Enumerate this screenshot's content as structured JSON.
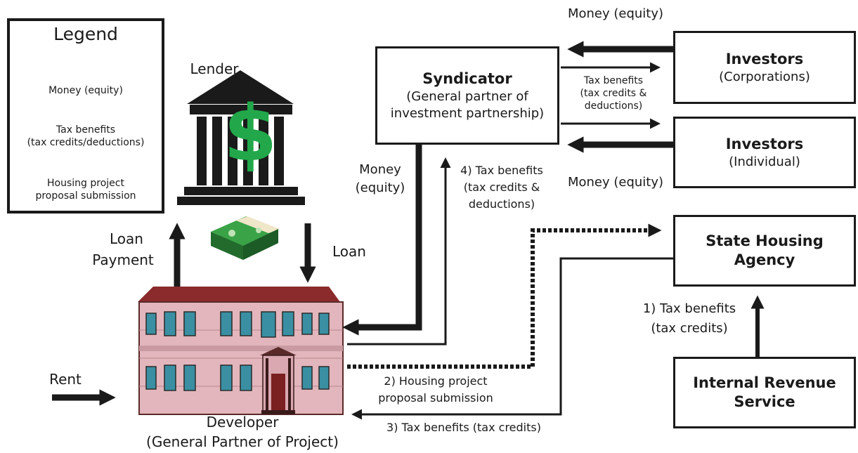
{
  "legend": {
    "title": "Legend",
    "money": "Money (equity)",
    "tax_line1": "Tax benefits",
    "tax_line2": "(tax credits/deductions)",
    "housing_line1": "Housing project",
    "housing_line2": "proposal submission"
  },
  "lender": {
    "label": "Lender",
    "symbol": "$"
  },
  "syndicator": {
    "title": "Syndicator",
    "line1": "(General partner of",
    "line2": "investment partnership)"
  },
  "investors_corp": {
    "title": "Investors",
    "sub": "(Corporations)"
  },
  "investors_ind": {
    "title": "Investors",
    "sub": "(Individual)"
  },
  "state_agency": {
    "line1": "State Housing",
    "line2": "Agency"
  },
  "irs": {
    "line1": "Internal Revenue",
    "line2": "Service"
  },
  "developer": {
    "line1": "Developer",
    "line2": "(General Partner of Project)"
  },
  "labels": {
    "money_equity_top": "Money (equity)",
    "money_equity_bottom": "Money (equity)",
    "tax_mid_1": "Tax benefits",
    "tax_mid_2": "(tax credits &",
    "tax_mid_3": "deductions)",
    "loan_payment_1": "Loan",
    "loan_payment_2": "Payment",
    "loan": "Loan",
    "rent": "Rent",
    "money_left_1": "Money",
    "money_left_2": "(equity)",
    "step4_1": "4) Tax benefits",
    "step4_2": "(tax credits &",
    "step4_3": "deductions)",
    "step2_1": "2) Housing project",
    "step2_2": "proposal submission",
    "step3": "3) Tax benefits (tax credits)",
    "step1_1": "1) Tax benefits",
    "step1_2": "(tax credits)"
  },
  "colors": {
    "ink": "#1a1a1a",
    "dollar": "#22a84a",
    "building_wall": "#e2b6bc",
    "building_roof": "#8b2b2b",
    "window": "#3a8fa3",
    "cash": "#2f8f3a"
  }
}
